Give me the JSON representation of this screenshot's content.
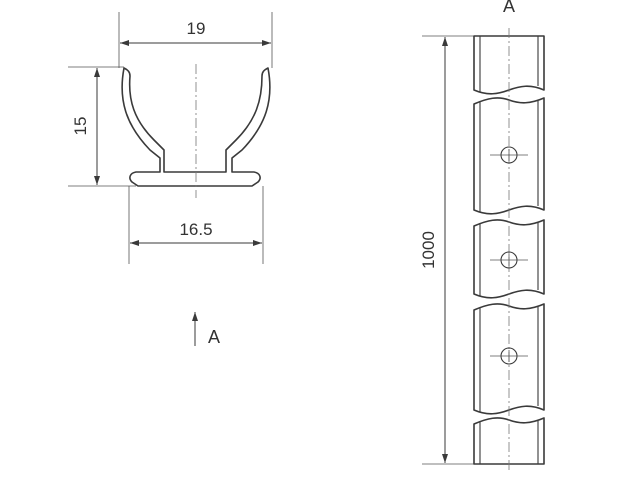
{
  "drawing": {
    "section_view": {
      "width_top_label": "19",
      "height_label": "15",
      "width_bottom_label": "16.5",
      "view_marker_label": "A"
    },
    "side_view": {
      "length_label": "1000",
      "view_marker_label": "A"
    },
    "colors": {
      "line": "#3a3a3a",
      "background": "#ffffff"
    }
  }
}
